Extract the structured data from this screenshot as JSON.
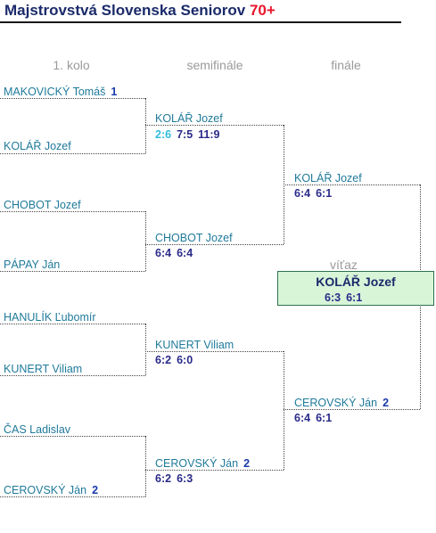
{
  "title": {
    "text": "Majstrovstvá Slovenska Seniorov",
    "accent": "70+"
  },
  "rounds": {
    "r1": "1. kolo",
    "sf": "semifinále",
    "f": "finále",
    "winner": "víťaz"
  },
  "r1": [
    {
      "name": "MAKOVICKÝ Tomáš",
      "seed": "1"
    },
    {
      "name": "KOLÁŘ Jozef",
      "seed": ""
    },
    {
      "name": "CHOBOT Jozef",
      "seed": ""
    },
    {
      "name": "PÁPAY Ján",
      "seed": ""
    },
    {
      "name": "HANULÍK Ľubomír",
      "seed": ""
    },
    {
      "name": "KUNERT Viliam",
      "seed": ""
    },
    {
      "name": "ČAS Ladislav",
      "seed": ""
    },
    {
      "name": "CEROVSKÝ Ján",
      "seed": "2"
    }
  ],
  "sf": [
    {
      "name": "KOLÁŘ Jozef",
      "seed": "",
      "sets": [
        "2:6",
        "7:5",
        "11:9"
      ]
    },
    {
      "name": "CHOBOT Jozef",
      "seed": "",
      "sets": [
        "6:4",
        "6:4"
      ]
    },
    {
      "name": "KUNERT Viliam",
      "seed": "",
      "sets": [
        "6:2",
        "6:0"
      ]
    },
    {
      "name": "CEROVSKÝ Ján",
      "seed": "2",
      "sets": [
        "6:2",
        "6:3"
      ]
    }
  ],
  "final": [
    {
      "name": "KOLÁŘ Jozef",
      "seed": "",
      "sets": [
        "6:4",
        "6:1"
      ]
    },
    {
      "name": "CEROVSKÝ Ján",
      "seed": "2",
      "sets": [
        "6:4",
        "6:1"
      ]
    }
  ],
  "winner": {
    "name": "KOLÁŘ Jozef",
    "sets": [
      "6:3",
      "6:1"
    ]
  },
  "colors": {
    "name": "#1f7a9a",
    "score": "#2a2a8a",
    "lost_set": "#33bbdd",
    "accent": "#e8162b",
    "winner_bg": "#d8f5d8"
  }
}
